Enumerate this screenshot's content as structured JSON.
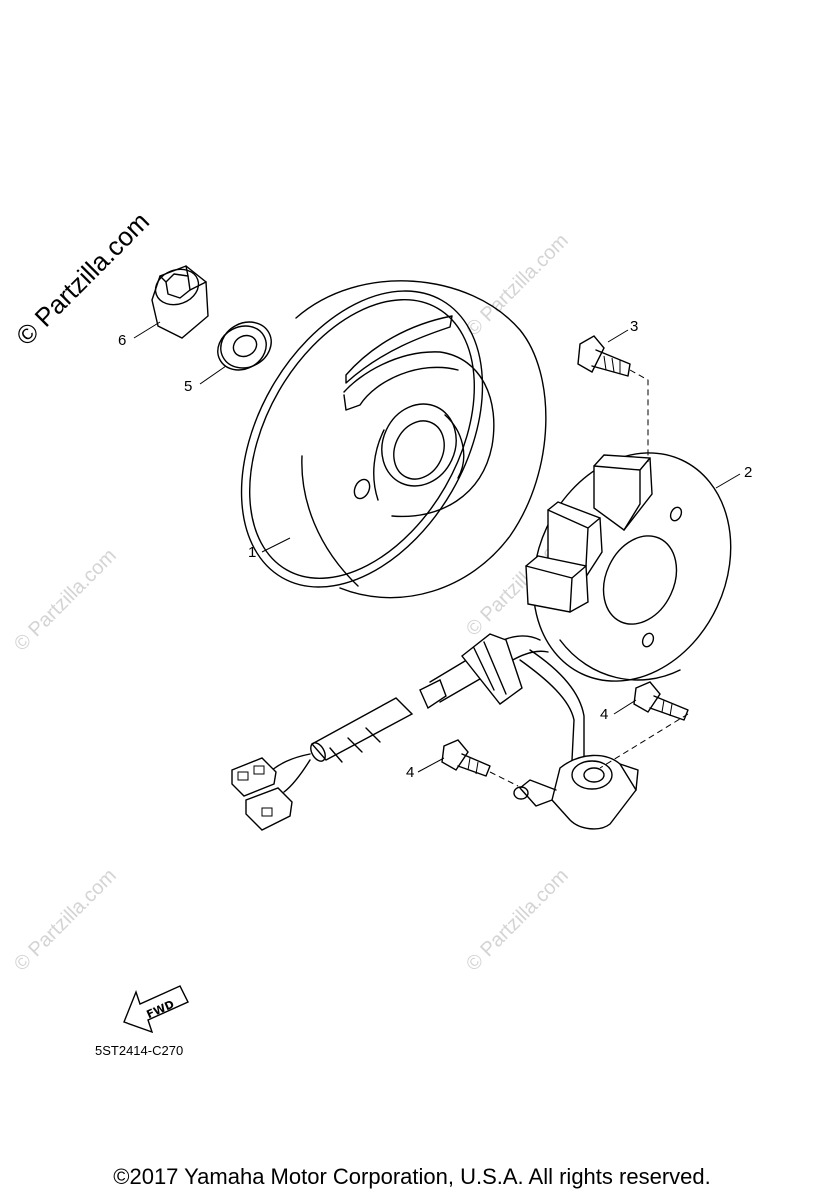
{
  "watermark": {
    "main_text": "© Partzilla.com",
    "faint_text": "© Partzilla.com"
  },
  "callouts": {
    "p1": "1",
    "p2": "2",
    "p3": "3",
    "p4a": "4",
    "p4b": "4",
    "p5": "5",
    "p6": "6"
  },
  "fwd_label": "FWD",
  "diagram_code": "5ST2414-C270",
  "copyright": "©2017 Yamaha Motor Corporation, U.S.A. All rights reserved."
}
